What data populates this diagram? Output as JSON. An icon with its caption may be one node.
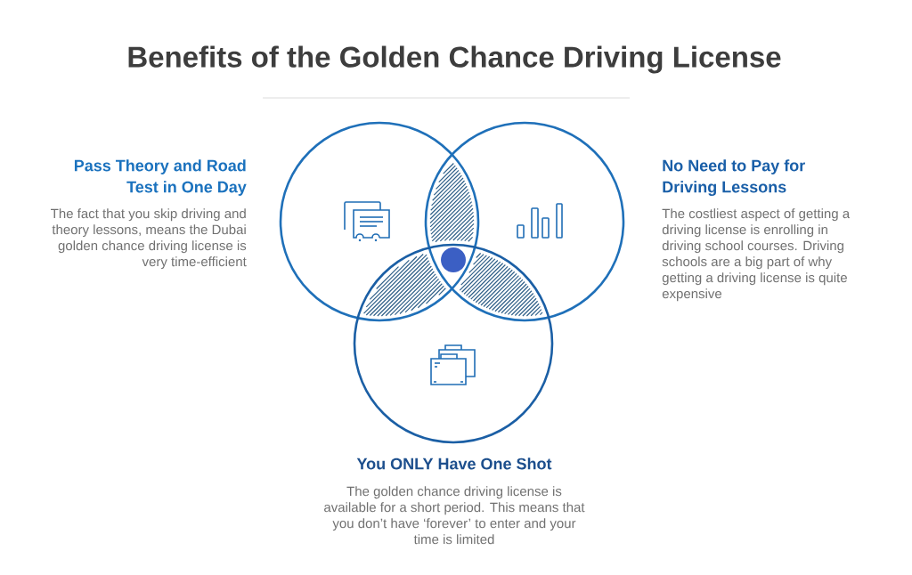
{
  "diagram": {
    "title": "Benefits of the Golden Chance Driving License",
    "nodes": [
      {
        "text": [],
        "shape": "circle",
        "beside": [
          "Pass Theory and Road Test in One Day",
          "The fact that you skip driving and theory lessons, means the Dubai golden chance driving license is very time-efficient"
        ]
      },
      {
        "text": [],
        "shape": "circle",
        "beside": [
          "No Need to Pay for Driving Lessons",
          "The costliest aspect of getting a driving license is enrolling in driving school courses. Driving schools are a big part of why getting a driving license is quite expensive"
        ]
      },
      {
        "text": [],
        "shape": "circle",
        "beside": [
          "You ONLY Have One Shot",
          "The golden chance driving license is available for a short period. This means that you don’t have ‘forever’ to enter and your time is limited"
        ]
      }
    ]
  }
}
